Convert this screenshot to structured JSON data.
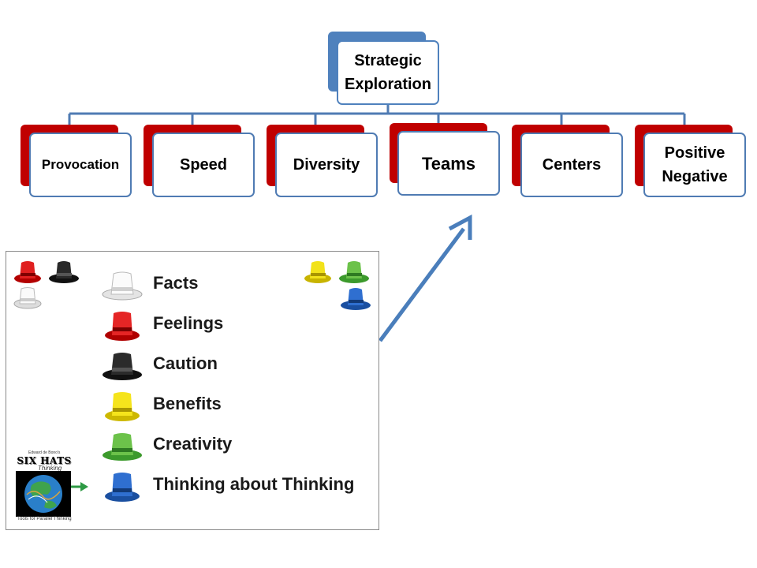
{
  "diagram": {
    "root": {
      "line1": "Strategic",
      "line2": "Exploration"
    },
    "children": [
      {
        "id": "provocation",
        "line1": "Provocation",
        "line2": ""
      },
      {
        "id": "speed",
        "line1": "Speed",
        "line2": ""
      },
      {
        "id": "diversity",
        "line1": "Diversity",
        "line2": ""
      },
      {
        "id": "teams",
        "line1": "Teams",
        "line2": ""
      },
      {
        "id": "centers",
        "line1": "Centers",
        "line2": ""
      },
      {
        "id": "positive-negative",
        "line1": "Positive",
        "line2": "Negative"
      }
    ],
    "colors": {
      "root_back": "#4f81bd",
      "child_back": "#c00000",
      "border": "#4f7bb3",
      "connector": "#4f7bb3",
      "arrow": "#4a7ebb"
    }
  },
  "hats_panel": {
    "items": [
      {
        "color": "white",
        "label": "Facts"
      },
      {
        "color": "red",
        "label": "Feelings"
      },
      {
        "color": "black",
        "label": "Caution"
      },
      {
        "color": "yellow",
        "label": "Benefits"
      },
      {
        "color": "green",
        "label": "Creativity"
      },
      {
        "color": "blue",
        "label": "Thinking about Thinking"
      }
    ],
    "logo": {
      "author": "Edward de Bono's",
      "title": "SIX HATS",
      "subtitle": "Thinking",
      "tagline": "Tools for Parallel Thinking"
    }
  }
}
